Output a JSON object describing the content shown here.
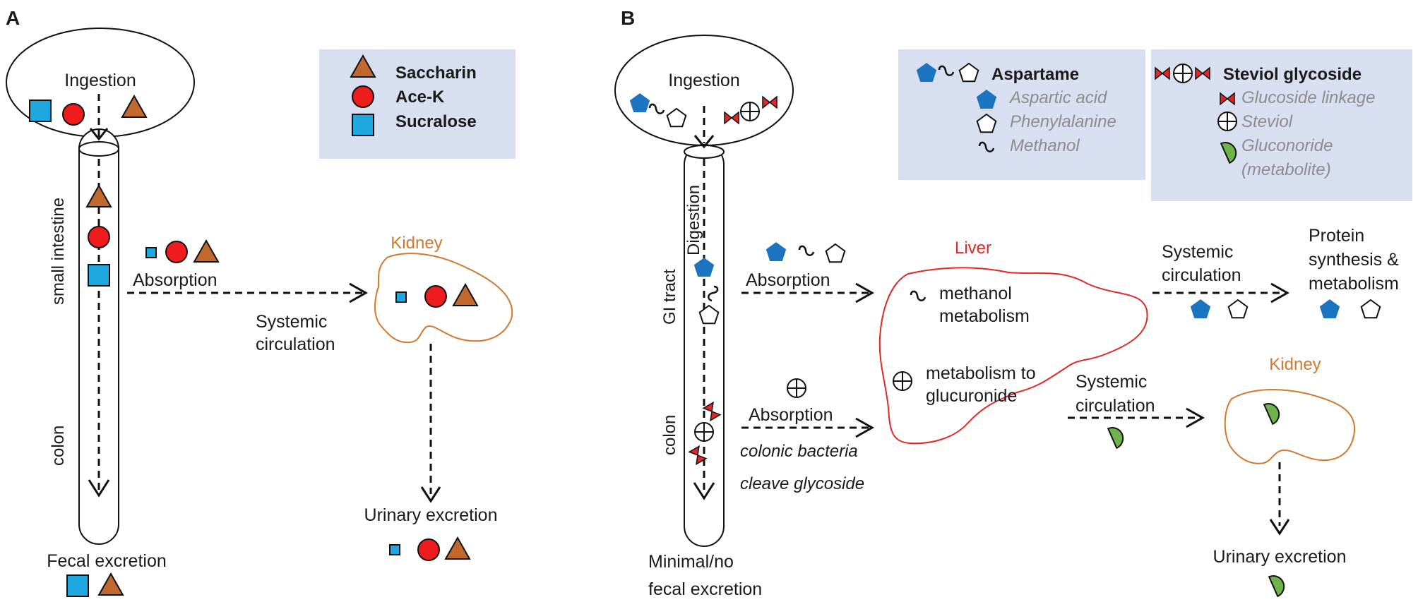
{
  "colors": {
    "saccharin": "#c1692c",
    "acek": "#ee1c1c",
    "sucralose": "#1fa8e0",
    "aspartic": "#1a74bf",
    "gluconoride": "#6fb44b",
    "legend_bg": "#d8dff0",
    "liver": "#e32727",
    "kidney": "#d2782f"
  },
  "panelA": {
    "label": "A",
    "ingestion": "Ingestion",
    "small_intestine": "small intestine",
    "colon": "colon",
    "absorption": "Absorption",
    "systemic_circulation": [
      "Systemic",
      "circulation"
    ],
    "kidney": "Kidney",
    "urinary_excretion": "Urinary excretion",
    "fecal_excretion": "Fecal excretion",
    "legend": {
      "saccharin": "Saccharin",
      "acek": "Ace-K",
      "sucralose": "Sucralose"
    }
  },
  "panelB": {
    "label": "B",
    "ingestion": "Ingestion",
    "digestion": "Digestion",
    "gi_tract": "GI tract",
    "colon": "colon",
    "absorption1": "Absorption",
    "absorption2": "Absorption",
    "colonic_note": [
      "colonic bacteria",
      "cleave glycoside"
    ],
    "liver": "Liver",
    "methanol_metabolism": [
      "methanol",
      "metabolism"
    ],
    "metabolism_glucuronide": [
      "metabolism to",
      "glucuronide"
    ],
    "systemic_circulation_top": [
      "Systemic",
      "circulation"
    ],
    "systemic_circulation_bottom": [
      "Systemic",
      "circulation"
    ],
    "protein_synthesis": [
      "Protein",
      "synthesis &",
      "metabolism"
    ],
    "kidney": "Kidney",
    "urinary_excretion": "Urinary excretion",
    "fecal_excretion": [
      "Minimal/no",
      "fecal excretion"
    ],
    "legend_aspartame": {
      "title": "Aspartame",
      "aspartic_acid": "Aspartic acid",
      "phenylalanine": "Phenylalanine",
      "methanol": "Methanol"
    },
    "legend_steviol": {
      "title": "Steviol glycoside",
      "glucoside_linkage": "Glucoside linkage",
      "steviol": "Steviol",
      "gluconoride": [
        "Gluconoride",
        "(metabolite)"
      ]
    }
  }
}
